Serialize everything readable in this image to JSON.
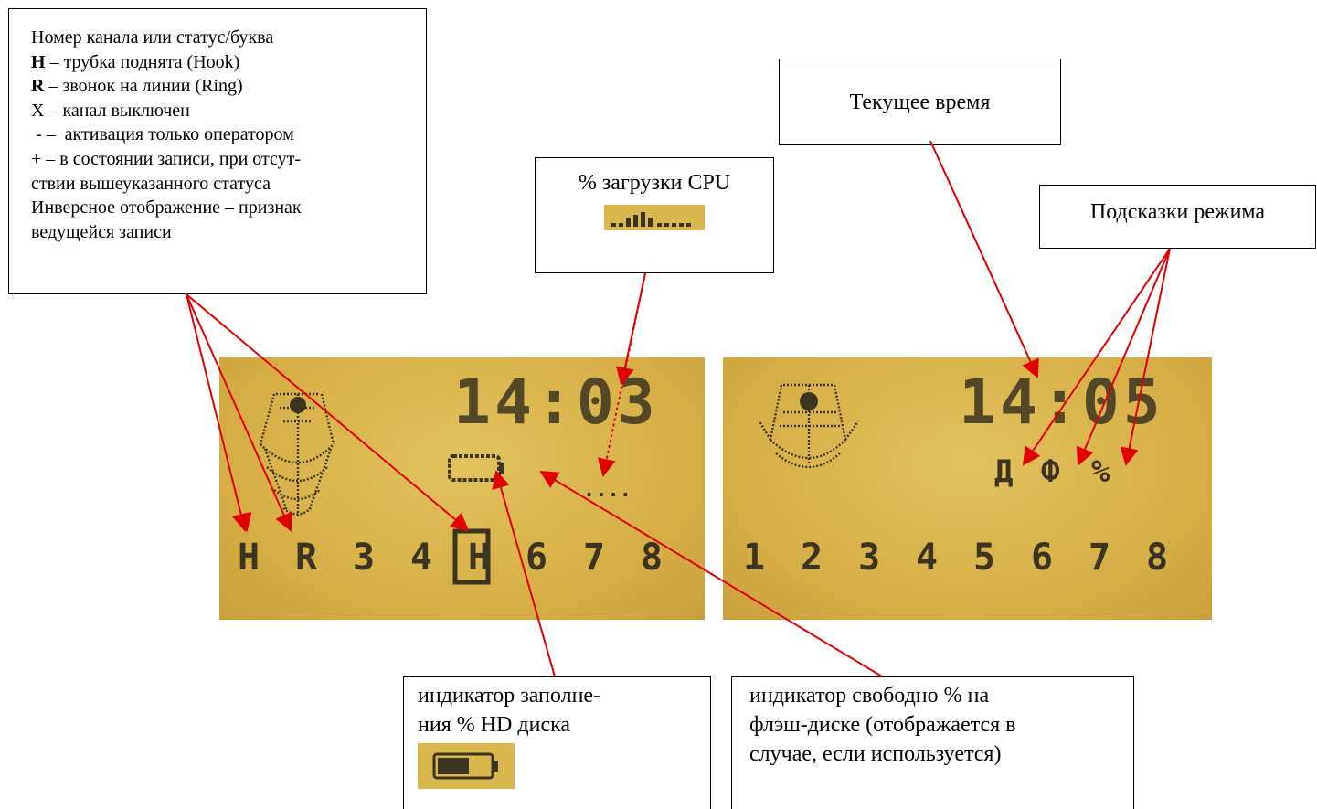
{
  "callouts": {
    "channel": {
      "title": "Номер канала или статус/буква",
      "items": [
        {
          "key": "H",
          "text": " – трубка поднята (Hook)"
        },
        {
          "key": "R",
          "text": " – звонок на линии (Ring)"
        }
      ],
      "lines": [
        "X – канал выключен",
        " - –  активация только оператором",
        "+ –  в состоянии записи, при отсут-",
        "ствии вышеуказанного статуса",
        "Инверсное отображение – признак",
        "ведущейся записи"
      ]
    },
    "cpu": "% загрузки CPU",
    "time": "Текущее время",
    "hints": "Подсказки режима",
    "hdd": [
      "индикатор заполне-",
      "ния % HD диска"
    ],
    "flash": [
      "индикатор свободно % на",
      "флэш-диске (отображается в",
      "случае, если используется)"
    ]
  },
  "lcd_left": {
    "time": "14:03",
    "flash_indicator": "....",
    "channels": [
      "H",
      "R",
      "3",
      "4",
      "H",
      "6",
      "7",
      "8"
    ]
  },
  "lcd_right": {
    "time": "14:05",
    "hints": [
      "Д",
      "Ф",
      "%"
    ],
    "channels": [
      "1",
      "2",
      "3",
      "4",
      "5",
      "6",
      "7",
      "8"
    ]
  },
  "colors": {
    "lcd_background": "#d8b24a",
    "lcd_pixels": "#3a3420",
    "arrow": "#e00000"
  }
}
